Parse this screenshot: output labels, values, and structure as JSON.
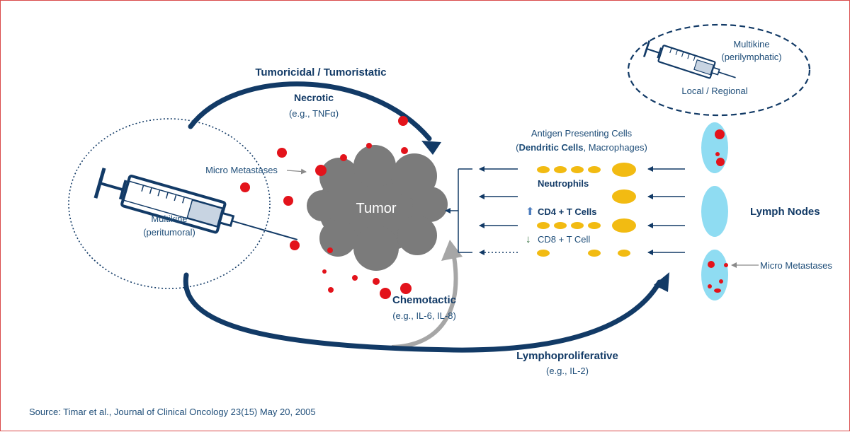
{
  "colors": {
    "navy": "#123a66",
    "tumor_gray": "#7b7b7b",
    "red_cells": "#e3131b",
    "yellow_cells": "#f2bb12",
    "lymph_blue": "#8fdcf2",
    "gray_arrow": "#a6a6a6",
    "border": "#d94a4a"
  },
  "top_arc": {
    "title": "Tumoricidal / Tumoristatic",
    "label": "Necrotic",
    "example": "(e.g., TNFα)"
  },
  "tumor": {
    "label": "Tumor"
  },
  "peritumoral": {
    "micro_metastases": "Micro Metastases",
    "injection_line1": "Multikine",
    "injection_line2": "(peritumoral)"
  },
  "perilymphatic": {
    "injection_line1": "Multikine",
    "injection_line2": "(perilymphatic)",
    "scope": "Local / Regional"
  },
  "immune_cells": {
    "apc_line1": "Antigen Presenting Cells",
    "apc_paren_open": "(",
    "apc_bold": "Dendritic Cells",
    "apc_rest": ", Macrophages)",
    "neutrophils": "Neutrophils",
    "cd4_arrow": "⬆",
    "cd4": "CD4 + T Cells",
    "cd8_arrow": "↓",
    "cd8": "CD8 + T Cell"
  },
  "lymph": {
    "label": "Lymph Nodes",
    "micro_metastases": "Micro Metastases"
  },
  "chemotactic": {
    "label": "Chemotactic",
    "example": "(e.g., IL-6, IL-8)"
  },
  "bottom_arc": {
    "label": "Lymphoproliferative",
    "example": "(e.g., IL-2)"
  },
  "source": "Source: Timar et al., Journal of Clinical Oncology 23(15) May 20,  2005"
}
